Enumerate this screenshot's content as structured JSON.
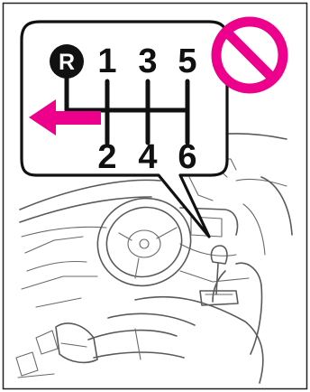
{
  "diagram": {
    "gear_labels": {
      "reverse": "R",
      "first": "1",
      "second": "2",
      "third": "3",
      "fourth": "4",
      "fifth": "5",
      "sixth": "6"
    },
    "icons": {
      "prohibition": "no-symbol-icon",
      "arrow": "left-arrow-icon"
    },
    "colors": {
      "prohibition": "#ec008c",
      "arrow": "#ec008c",
      "outline": "#111111"
    }
  }
}
